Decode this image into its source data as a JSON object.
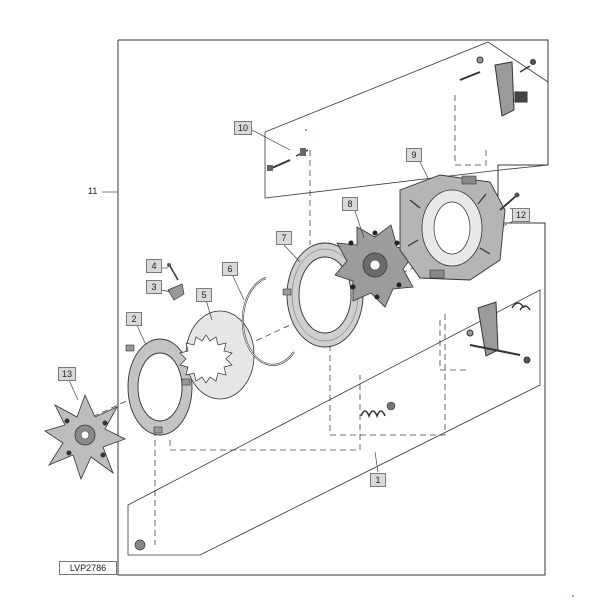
{
  "figure": {
    "reference_code": "LVP2786",
    "callouts": {
      "c1": "1",
      "c2": "2",
      "c3": "3",
      "c4": "4",
      "c5": "5",
      "c6": "6",
      "c7": "7",
      "c8": "8",
      "c9": "9",
      "c10": "10",
      "c11": "11",
      "c12": "12",
      "c13": "13"
    }
  },
  "colors": {
    "line": "#3a3a3a",
    "callout_fill": "#d9d9d9",
    "part_fill": "#bdbdbd",
    "part_dark": "#555555"
  }
}
